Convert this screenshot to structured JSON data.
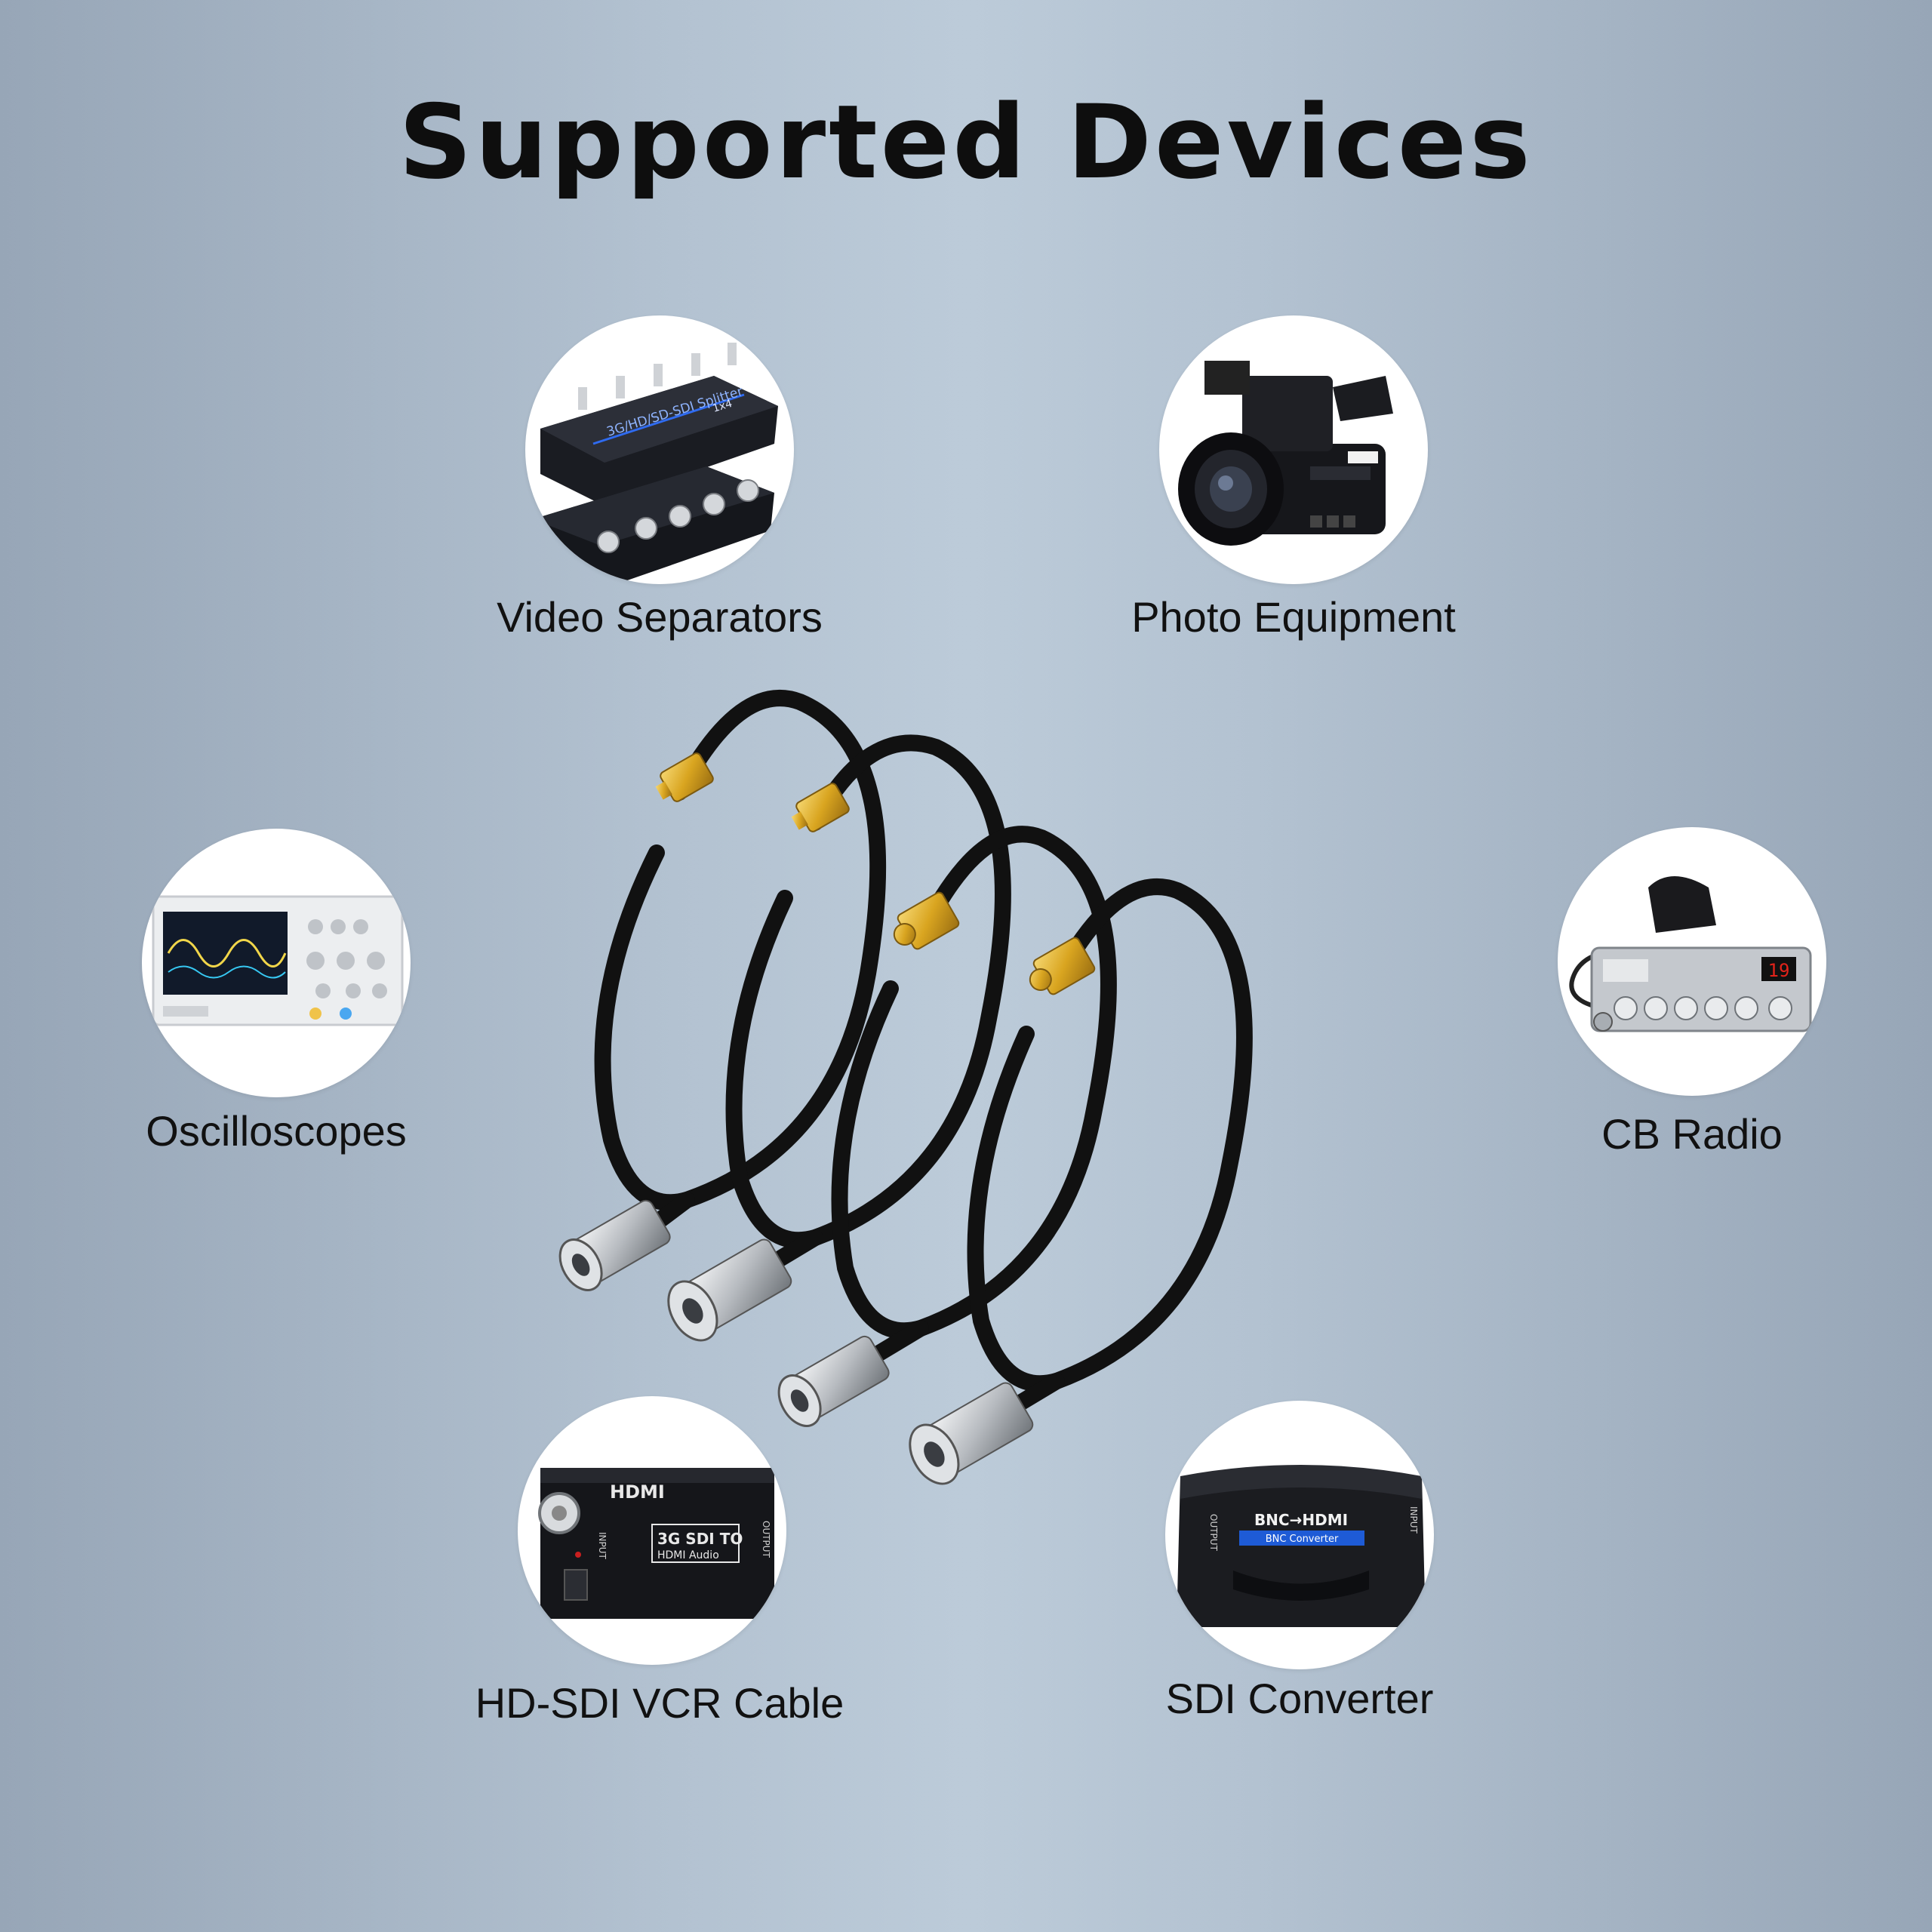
{
  "title": "Supported Devices",
  "devices": [
    {
      "id": "video-separators",
      "label": "Video Separators",
      "icon": "video-splitter-icon"
    },
    {
      "id": "photo-equipment",
      "label": "Photo Equipment",
      "icon": "camcorder-icon"
    },
    {
      "id": "oscilloscopes",
      "label": "Oscilloscopes",
      "icon": "oscilloscope-icon"
    },
    {
      "id": "cb-radio",
      "label": "CB Radio",
      "icon": "cb-radio-icon"
    },
    {
      "id": "hd-sdi-vcr-cable",
      "label": "HD-SDI VCR Cable",
      "icon": "sdi-hdmi-box-icon"
    },
    {
      "id": "sdi-converter",
      "label": "SDI Converter",
      "icon": "bnc-hdmi-converter-icon"
    }
  ],
  "device_text": {
    "splitter_model": "3G/HD/SD-SDI Splitter",
    "splitter_ratio": "1x4",
    "sdi_box_brand": "HDMI",
    "sdi_box_model": "3G SDI TO",
    "sdi_box_sub": "HDMI Audio",
    "sdi_box_input": "INPUT",
    "sdi_box_output": "OUTPUT",
    "converter_title": "BNC→HDMI",
    "converter_sub": "BNC  Converter",
    "converter_output": "OUTPUT",
    "converter_input": "INPUT",
    "radio_channel": "19"
  },
  "colors": {
    "cable": "#111111",
    "gold": "#d9a520",
    "chrome": "#c9ccd0",
    "device_dark": "#1a1c22",
    "accent_blue": "#1e5bd6",
    "radio_display": "#e2231a"
  }
}
